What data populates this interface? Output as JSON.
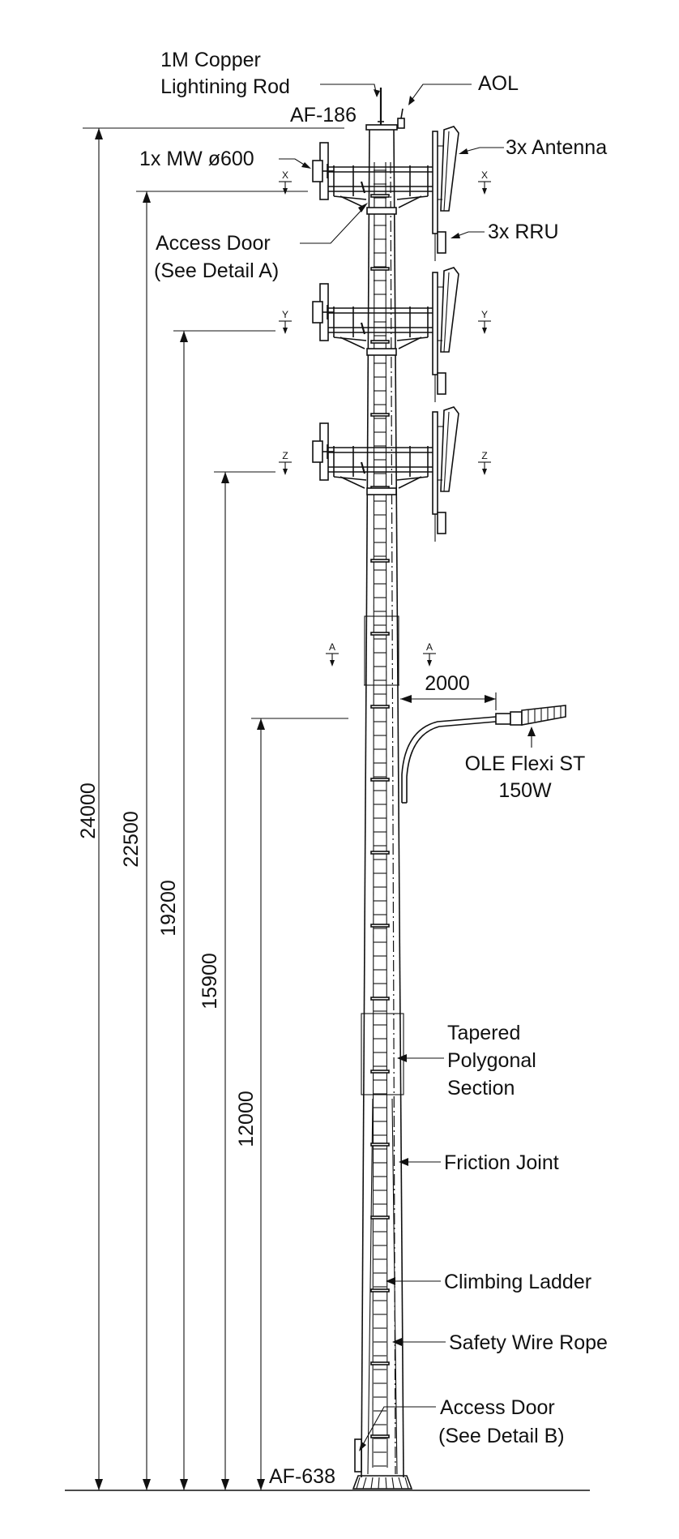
{
  "title": "Monopole telecommunication tower elevation",
  "labels": {
    "copper_rod_line1": "1M Copper",
    "copper_rod_line2": "Lightining Rod",
    "aol": "AOL",
    "af_top": "AF-186",
    "mw_dish": "1x MW ø600",
    "antenna": "3x Antenna",
    "rru": "3x RRU",
    "access_door_a_line1": "Access Door",
    "access_door_a_line2": "(See Detail A)",
    "ole_line1": "OLE Flexi ST",
    "ole_line2": "150W",
    "tapered_line1": "Tapered",
    "tapered_line2": "Polygonal",
    "tapered_line3": "Section",
    "friction_joint": "Friction Joint",
    "climbing_ladder": "Climbing Ladder",
    "safety_wire": "Safety Wire Rope",
    "access_door_b_line1": "Access Door",
    "access_door_b_line2": "(See Detail B)",
    "af_bottom": "AF-638"
  },
  "dimensions": {
    "total_height": "24000",
    "mw_level": "22500",
    "second_platform": "19200",
    "third_platform": "15900",
    "lamp_level": "12000",
    "lamp_arm_reach": "2000"
  },
  "sections": {
    "x": "X",
    "y": "Y",
    "z": "Z",
    "a": "A"
  }
}
